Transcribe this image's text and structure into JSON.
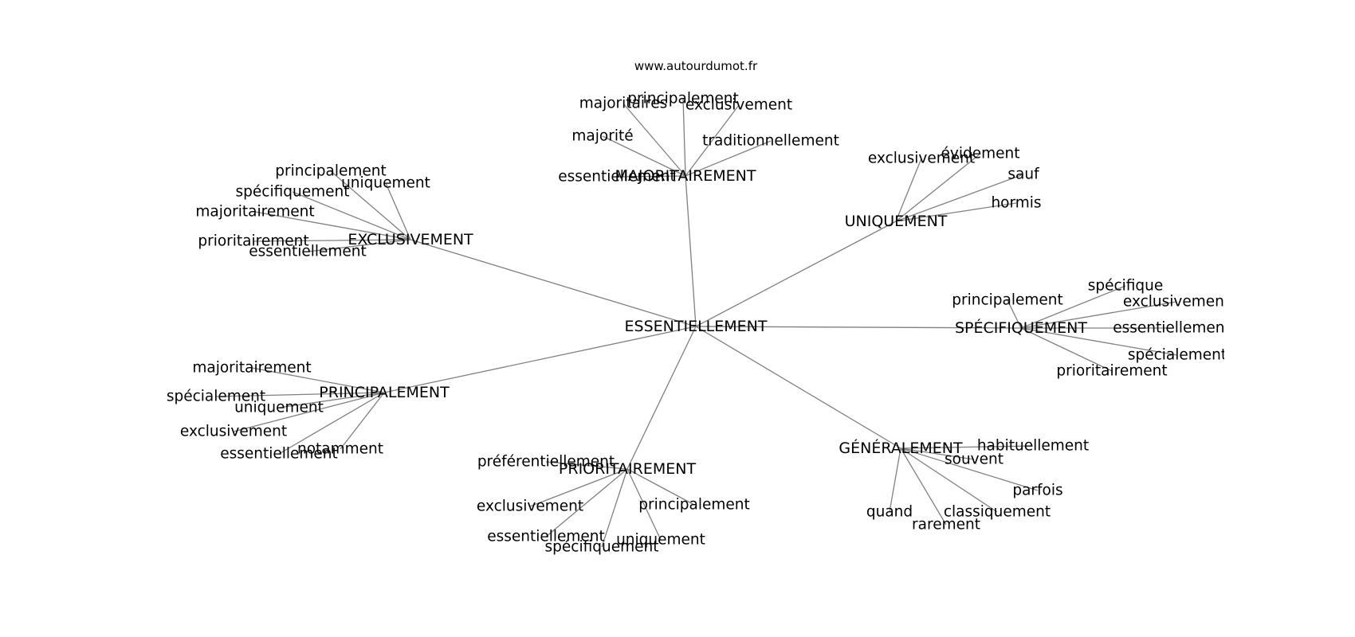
{
  "source": "www.autourdumot.fr",
  "center": "ESSENTIELLEMENT",
  "hubs": [
    {
      "label": "MAJORITAIREMENT",
      "leaves": [
        "majoritaires",
        "principalement",
        "exclusivement",
        "majorité",
        "traditionnellement",
        "essentiellement"
      ]
    },
    {
      "label": "EXCLUSIVEMENT",
      "leaves": [
        "principalement",
        "uniquement",
        "spécifiquement",
        "majoritairement",
        "prioritairement",
        "essentiellement"
      ]
    },
    {
      "label": "UNIQUEMENT",
      "leaves": [
        "exclusivement",
        "évidement",
        "sauf",
        "hormis"
      ]
    },
    {
      "label": "SPÉCIFIQUEMENT",
      "leaves": [
        "principalement",
        "spécifique",
        "exclusivement",
        "essentiellement",
        "spécialement",
        "prioritairement"
      ]
    },
    {
      "label": "PRINCIPALEMENT",
      "leaves": [
        "majoritairement",
        "spécialement",
        "uniquement",
        "exclusivement",
        "essentiellement",
        "notamment"
      ]
    },
    {
      "label": "PRIORITAIREMENT",
      "leaves": [
        "préférentiellement",
        "exclusivement",
        "principalement",
        "essentiellement",
        "spécifiquement",
        "uniquement"
      ]
    },
    {
      "label": "GÉNÉRALEMENT",
      "leaves": [
        "habituellement",
        "souvent",
        "parfois",
        "quand",
        "classiquement",
        "rarement"
      ]
    }
  ]
}
